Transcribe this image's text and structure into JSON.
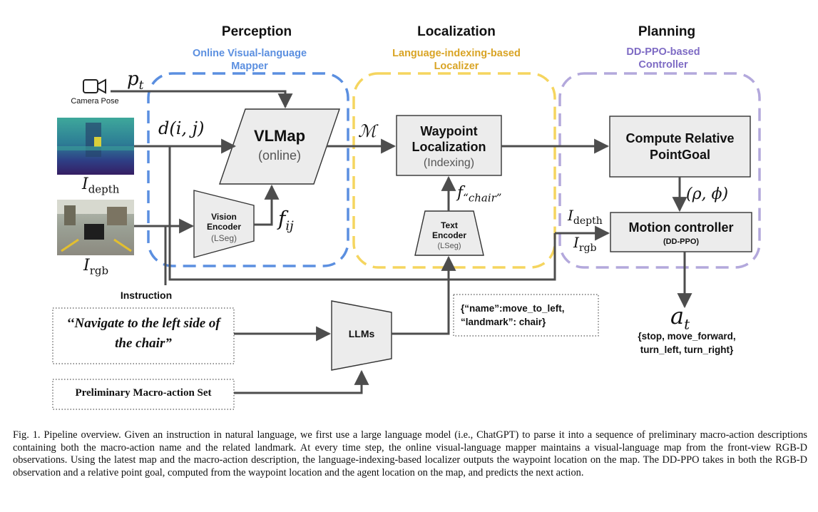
{
  "headers": {
    "perception": "Perception",
    "localization": "Localization",
    "planning": "Planning"
  },
  "subheaders": {
    "perception": [
      "Online Visual-language",
      "Mapper"
    ],
    "localization": [
      "Language-indexing-based",
      "Localizer"
    ],
    "planning": [
      "DD-PPO-based",
      "Controller"
    ]
  },
  "colors": {
    "perception": "#5b8fe0",
    "localization": "#d9a425",
    "localization_dash": "#f5d55f",
    "planning": "#7e6bc4",
    "planning_dash": "#b3a8dc",
    "box_fill": "#ececec",
    "arrow": "#4d4d4d"
  },
  "inputs": {
    "camera_label": "Camera Pose",
    "camera_icon": "video-camera-icon",
    "pose_symbol": "p",
    "pose_sub": "t",
    "depth_symbol": "I",
    "depth_sub": "depth",
    "rgb_symbol": "I",
    "rgb_sub": "rgb",
    "distance_symbol": "d(i, j)",
    "feature_symbol": "f",
    "feature_sub": "ij"
  },
  "perception": {
    "vlmap_title": "VLMap",
    "vlmap_sub": "(online)",
    "encoder_lines": [
      "Vision",
      "Encoder"
    ],
    "encoder_sub": "(LSeg)"
  },
  "localization": {
    "map_symbol": "ℳ",
    "waypoint_lines": [
      "Waypoint",
      "Localization"
    ],
    "waypoint_sub": "(Indexing)",
    "text_feature_symbol": "f",
    "text_feature_sub": "“chair”",
    "text_encoder_lines": [
      "Text",
      "Encoder"
    ],
    "text_encoder_sub": "(LSeg)"
  },
  "planning": {
    "pointgoal_lines": [
      "Compute Relative",
      "PointGoal"
    ],
    "polar_symbol": "(ρ, ϕ)",
    "motion_title": "Motion controller",
    "motion_sub": "(DD-PPO)",
    "depth_symbol": "I",
    "depth_sub": "depth",
    "rgb_symbol": "I",
    "rgb_sub": "rgb",
    "action_symbol": "a",
    "action_sub": "t",
    "actions_lines": [
      "{stop, move_forward,",
      "turn_left, turn_right}"
    ]
  },
  "language": {
    "instruction_label": "Instruction",
    "instruction_lines": [
      "‘‘Navigate to the left side of",
      "the chair”"
    ],
    "llm_label": "LLMs",
    "macro_set_label": "Preliminary Macro-action  Set",
    "json_lines": [
      "{“name”:move_to_left,",
      "“landmark”: chair}"
    ]
  },
  "caption": "Fig. 1.   Pipeline overview. Given an instruction in natural language, we first use a large language model (i.e., ChatGPT) to parse it into a sequence of preliminary macro-action descriptions containing both the macro-action name and the related landmark. At every time step, the online visual-language mapper maintains a visual-language map from the front-view RGB-D observations. Using the latest map and the macro-action description, the language-indexing-based localizer outputs the waypoint location on the map. The DD-PPO takes in both the RGB-D observation and a relative point goal, computed from the waypoint location and the agent location on the map, and predicts the next action."
}
